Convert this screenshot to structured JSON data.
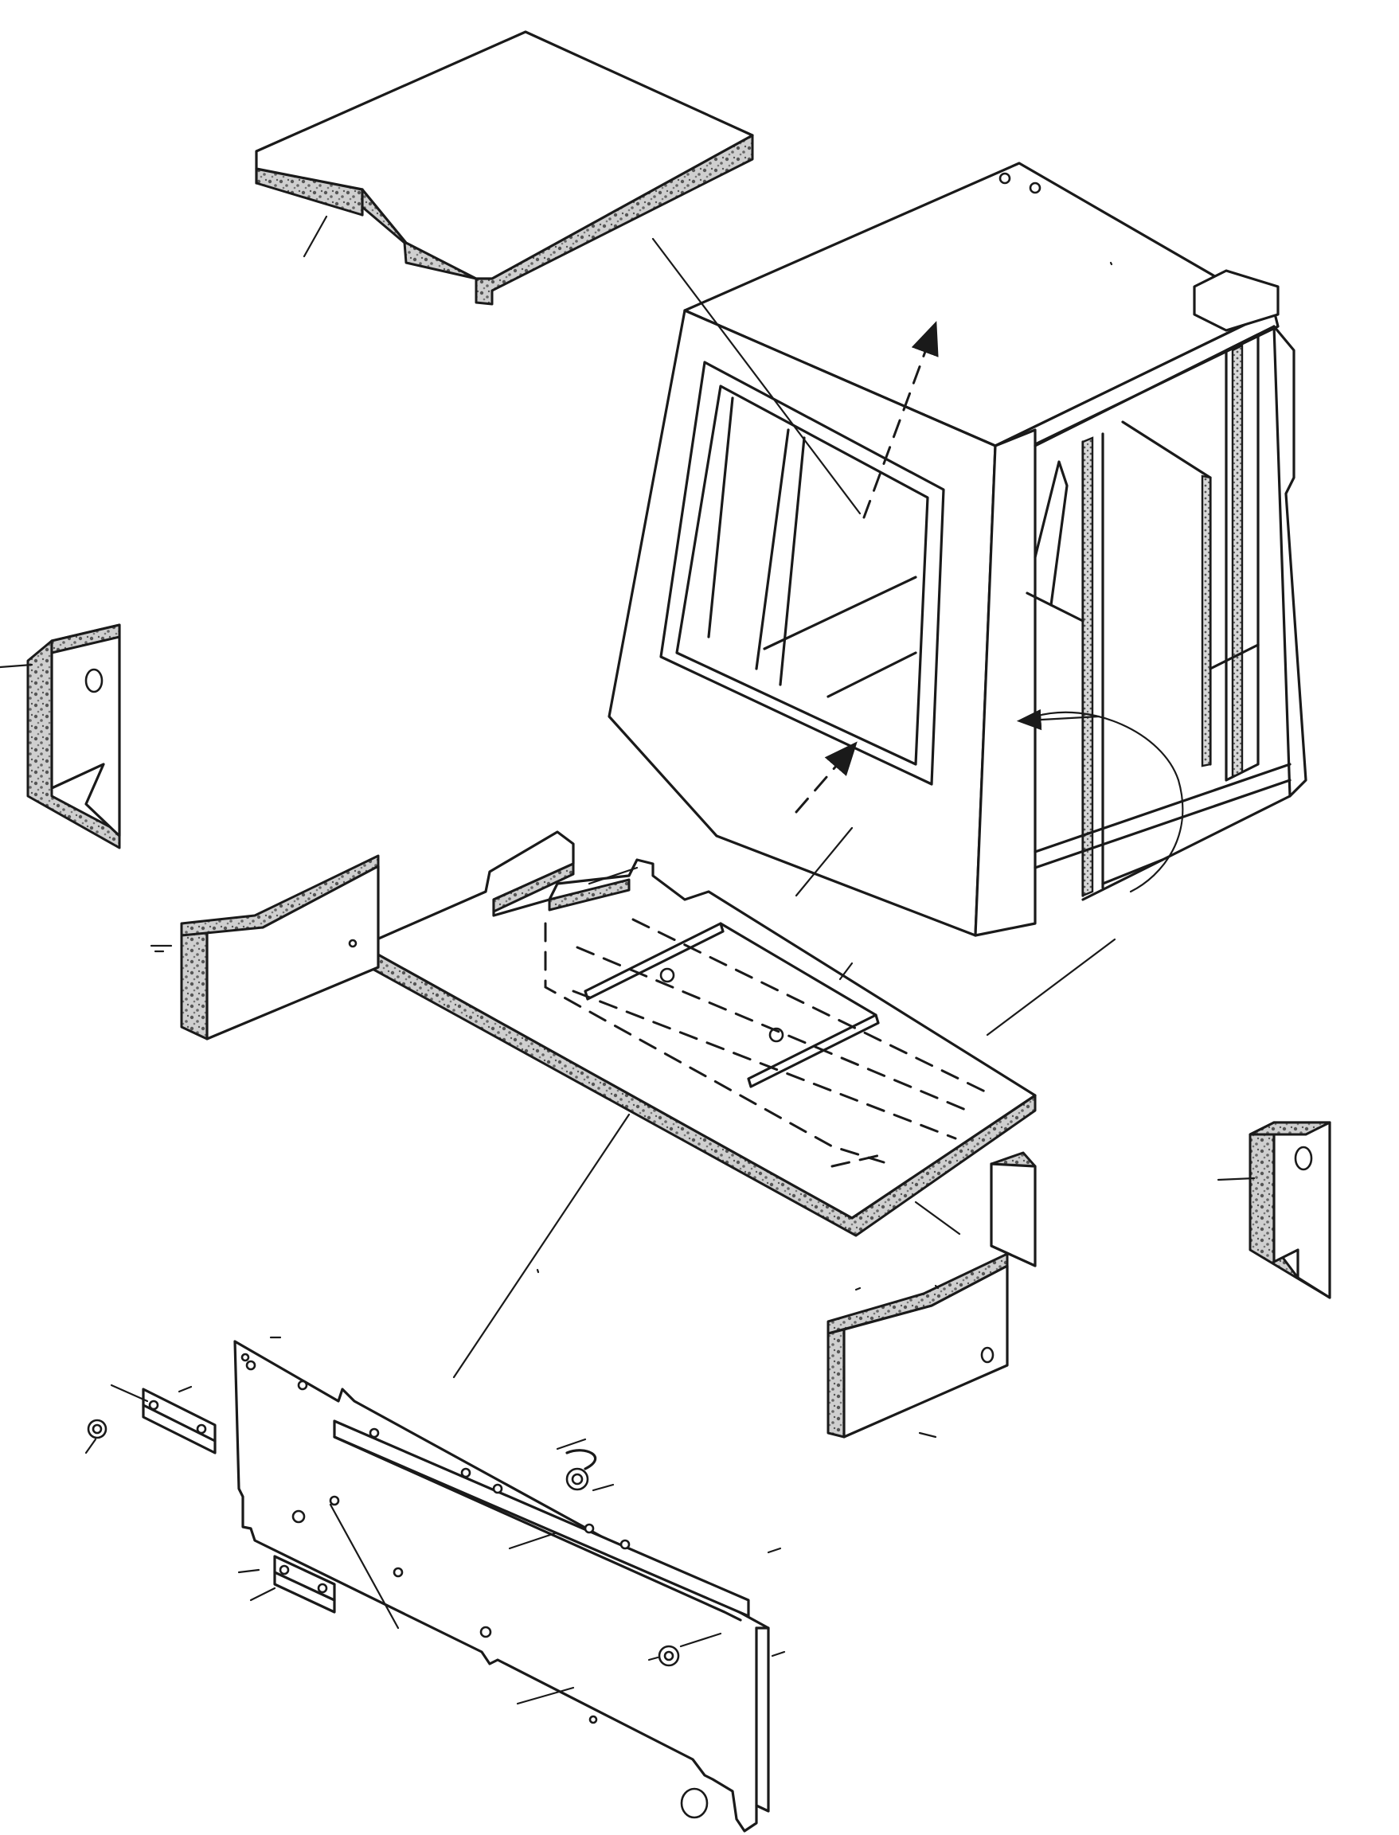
{
  "colors": {
    "line": "#1a1a1a",
    "paper": "#ffffff",
    "foam": "#8a8a8a"
  },
  "parts": [
    "roof-insulation-pad",
    "cab-frame",
    "floor-insulation-pad",
    "left-rear-side-pad",
    "left-front-side-pad",
    "right-rear-side-pad",
    "right-front-side-pad",
    "right-front-block-pad",
    "rear-cover-plate",
    "rear-cover-reinforcement-strip",
    "rear-cover-bracket-upper",
    "rear-cover-bracket-lower",
    "bolts"
  ]
}
